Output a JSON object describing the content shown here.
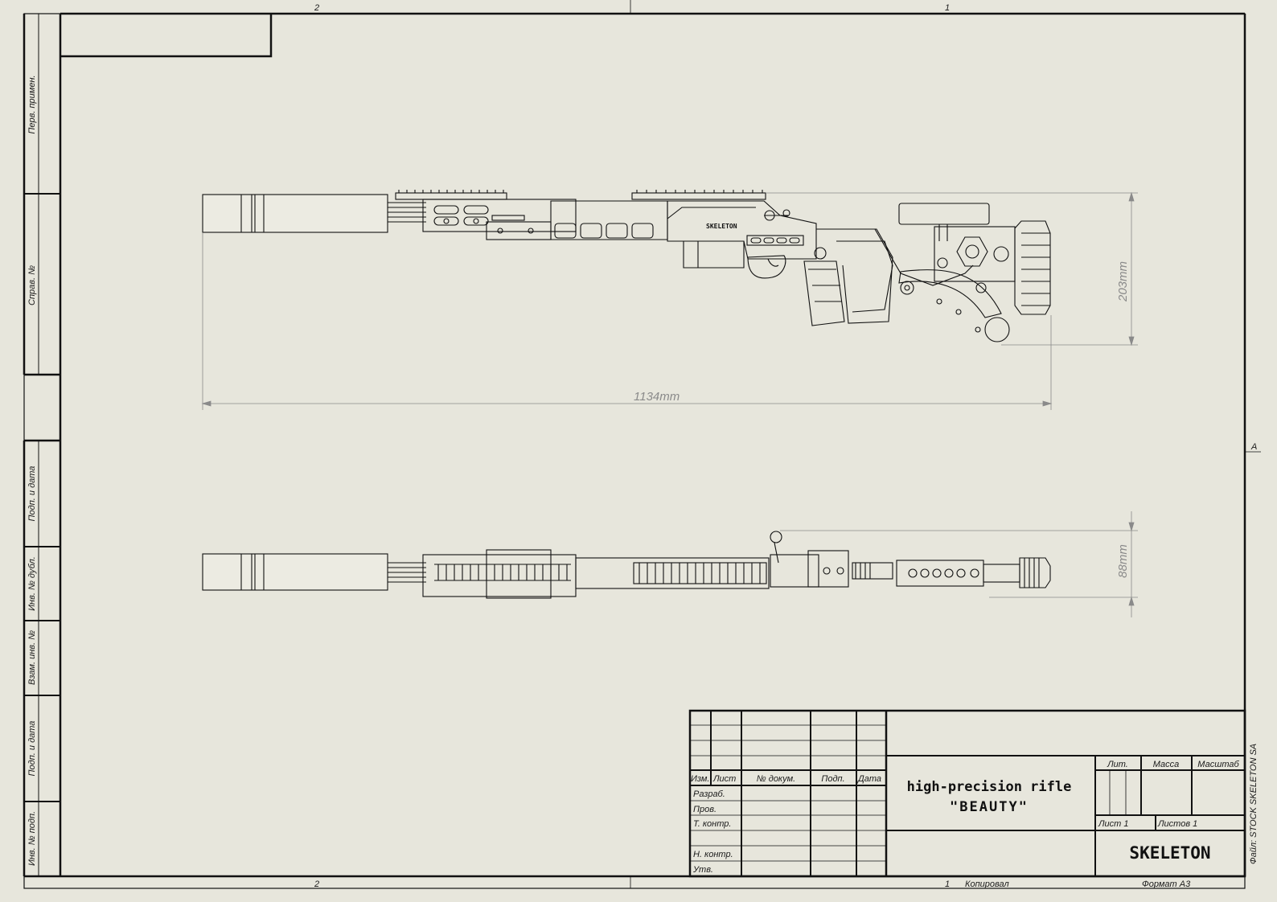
{
  "zones": {
    "top_left": "2",
    "top_right": "1",
    "bottom_left": "2",
    "bottom_right": "1",
    "right": "A"
  },
  "side_stamp": [
    "Перв. примен.",
    "Справ. №",
    "Подп. и дата",
    "Инв. № дубл.",
    "Взам. инв. №",
    "Подп. и дата",
    "Инв. № подп."
  ],
  "dimensions": {
    "length": "1134mm",
    "height": "203mm",
    "width": "88mm"
  },
  "model": {
    "logo_text": "SKELETON"
  },
  "title_block": {
    "col_headers": [
      "Изм.",
      "Лист",
      "№ докум.",
      "Подп.",
      "Дата"
    ],
    "role_rows": [
      "Разраб.",
      "Пров.",
      "Т. контр.",
      "",
      "Н. контр.",
      "Утв."
    ],
    "title_line1": "high-precision rifle",
    "title_line2": "\"BEAUTY\"",
    "lit_label": "Лит.",
    "mass_label": "Масса",
    "scale_label": "Масштаб",
    "sheet_label": "Лист 1",
    "sheets_label": "Листов 1",
    "company": "SKELETON"
  },
  "footer": {
    "copied": "Копировал",
    "format": "Формат A3"
  },
  "file_label": "Файл: STOCK SKELETON SA",
  "colors": {
    "paper": "#e7e6dc",
    "ink": "#111111",
    "dim_line": "#8a8a8a"
  }
}
